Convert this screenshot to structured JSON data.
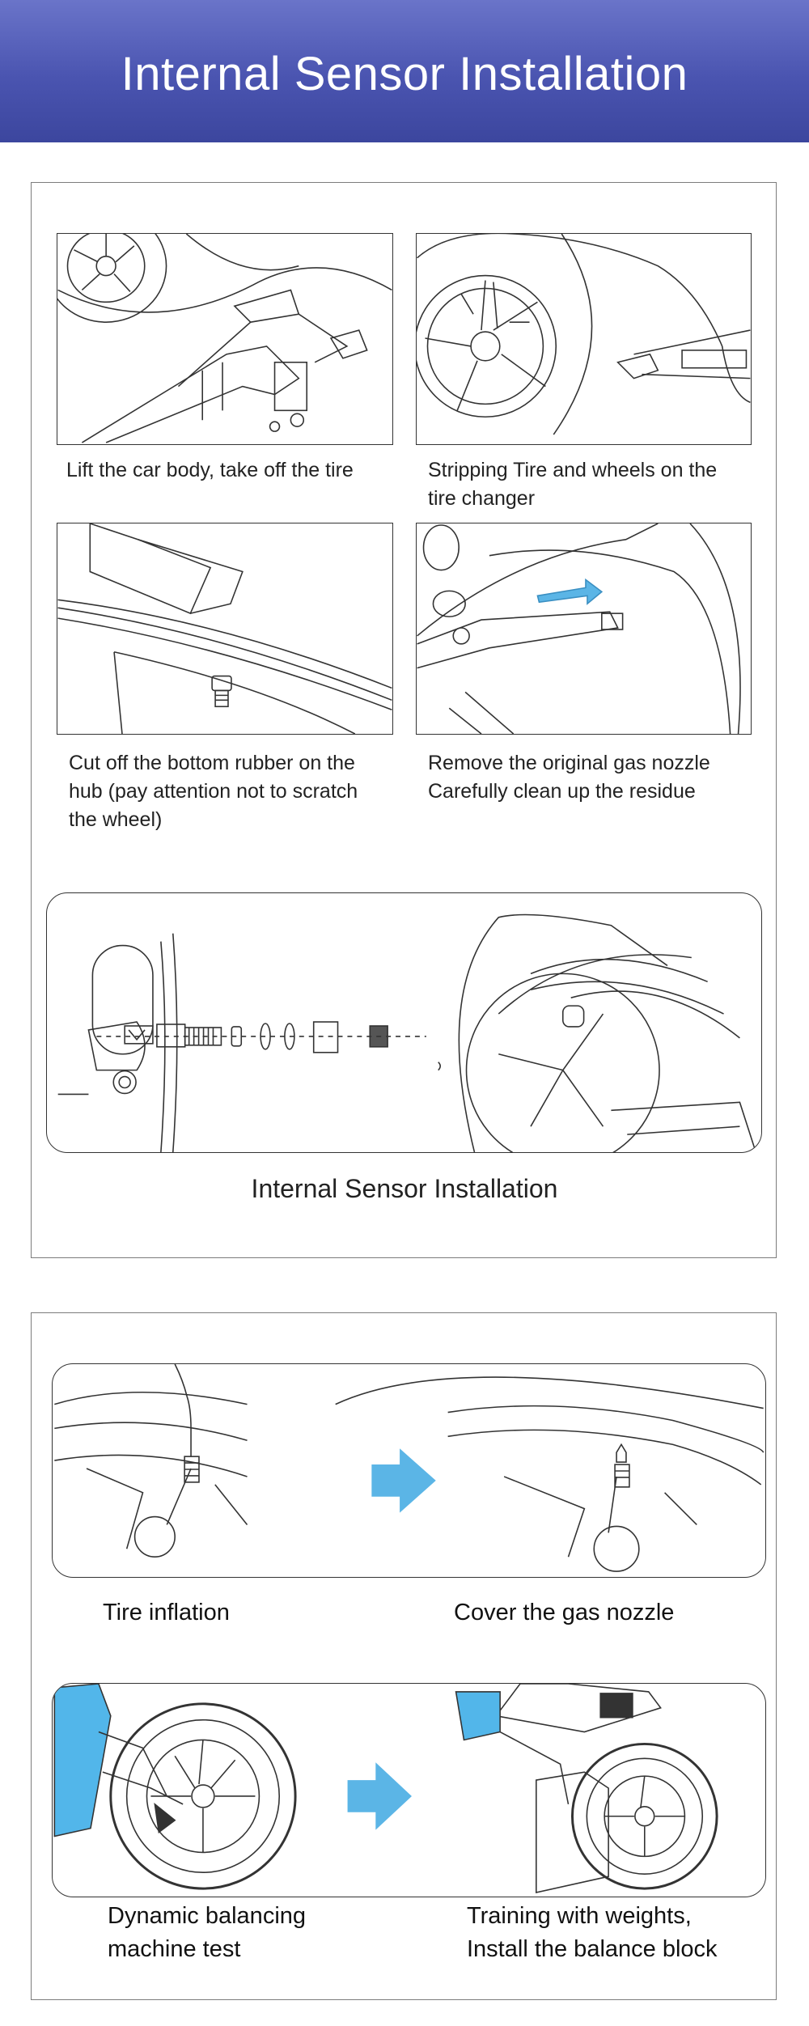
{
  "header": {
    "title": "Internal Sensor Installation"
  },
  "section1": {
    "steps": [
      {
        "caption": "Lift the car body, take off the tire",
        "icon": "car-jack-illustration"
      },
      {
        "caption_line1": "Stripping Tire and wheels on the",
        "caption_line2": "tire changer",
        "icon": "tire-changer-illustration"
      },
      {
        "caption_line1": "Cut off the bottom rubber on the",
        "caption_line2": "hub (pay attention not to scratch",
        "caption_line3": "the wheel)",
        "icon": "cut-rubber-illustration"
      },
      {
        "caption_line1": "Remove the original gas nozzle",
        "caption_line2": "Carefully clean up the residue",
        "icon": "remove-nozzle-illustration"
      }
    ],
    "sensor_caption": "Internal  Sensor Installation"
  },
  "section2": {
    "row1": {
      "left_caption": "Tire inflation",
      "right_caption": "Cover the gas nozzle"
    },
    "row2": {
      "left_line1": "Dynamic balancing",
      "left_line2": "machine test",
      "right_line1": "Training with weights,",
      "right_line2": "Install the balance block"
    }
  },
  "colors": {
    "header_blue": "#4a54b0",
    "arrow_blue": "#5bb5e6",
    "shirt_blue": "#52b6ea"
  }
}
